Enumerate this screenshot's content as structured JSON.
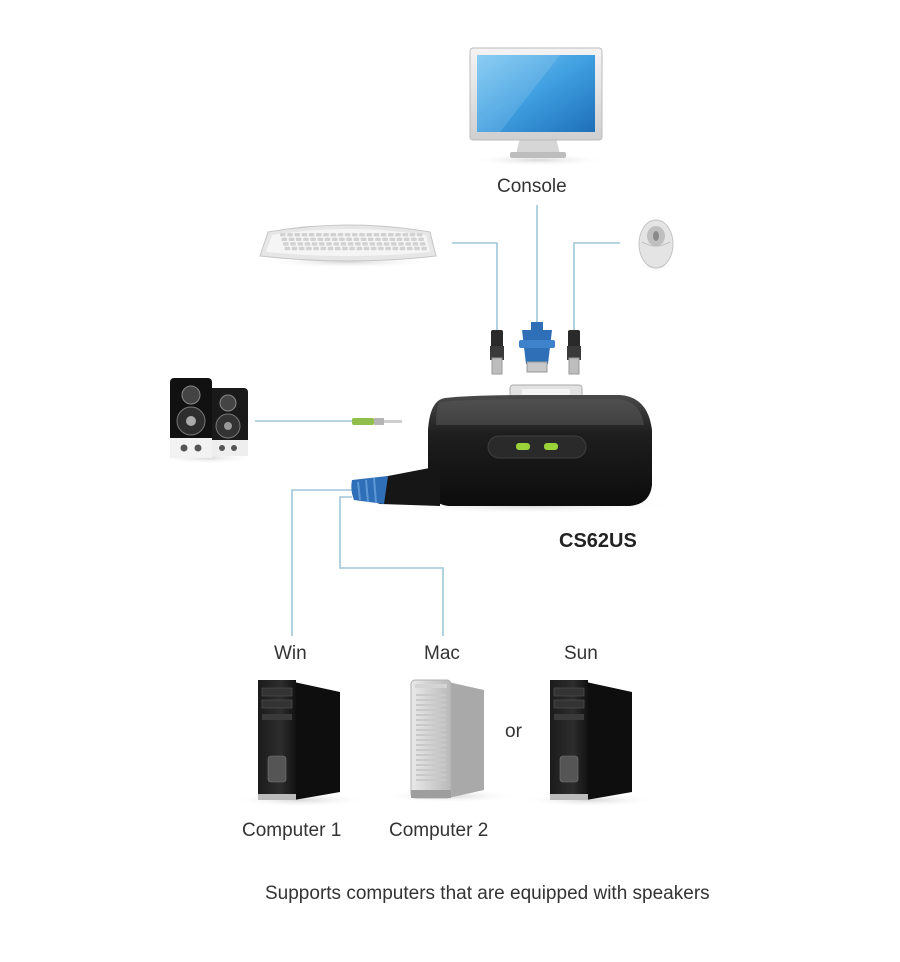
{
  "labels": {
    "console": "Console",
    "model": "CS62US",
    "win": "Win",
    "mac": "Mac",
    "sun": "Sun",
    "or": "or",
    "computer1": "Computer 1",
    "computer2": "Computer 2",
    "caption": "Supports computers that are equipped with speakers"
  },
  "colors": {
    "cable": "#9fc6d8",
    "vga_blue": "#2f6fb8",
    "led_green": "#9bd23a",
    "switch_body": "#1e1e1e",
    "monitor_screen": "#3f9fe0"
  },
  "icons": [
    "monitor-icon",
    "keyboard-icon",
    "mouse-icon",
    "speakers-icon",
    "kvm-switch-icon",
    "pc-tower-icon",
    "mac-pro-icon"
  ]
}
